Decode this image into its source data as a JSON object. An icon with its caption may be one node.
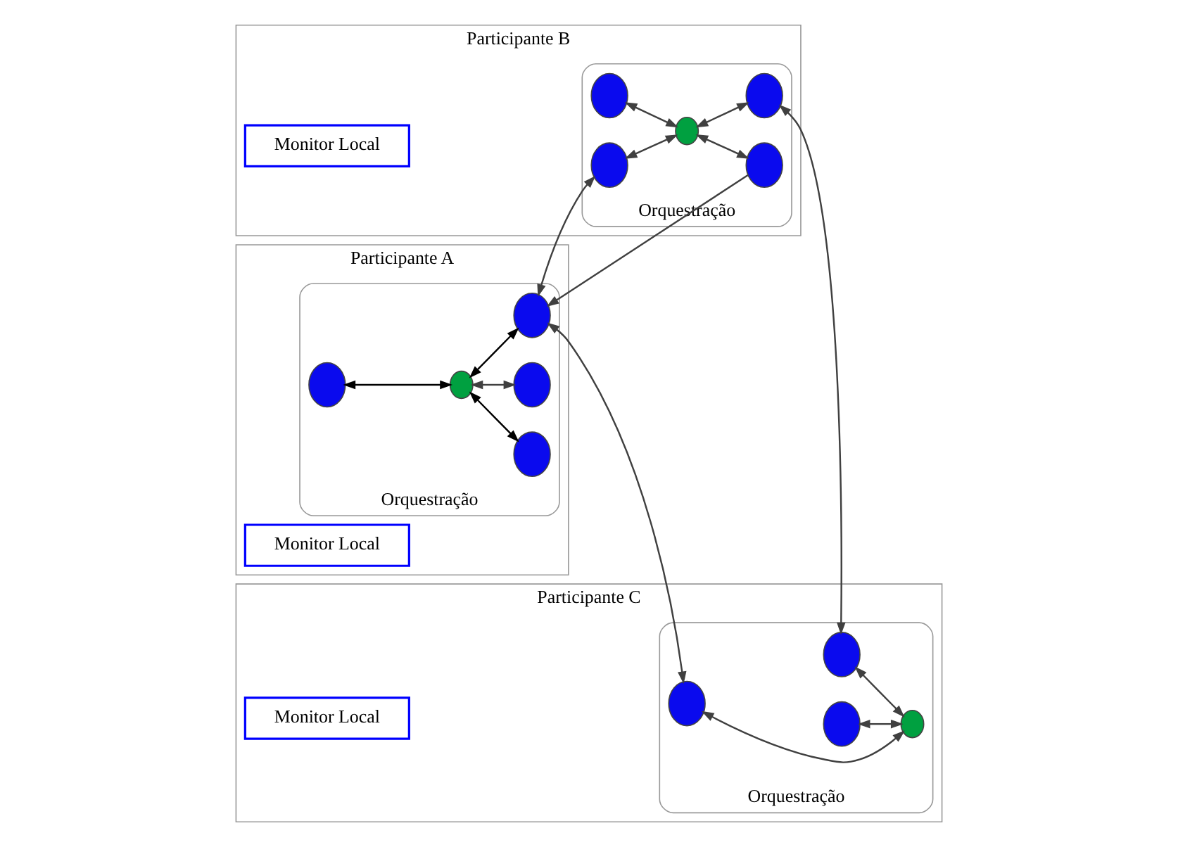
{
  "diagram": {
    "nodes": [
      {
        "text": [
          "Participante A"
        ]
      },
      {
        "text": [
          "Orquestração"
        ],
        "in": 0
      },
      {
        "text": [],
        "shape": "circle",
        "in": 1
      },
      {
        "text": [],
        "shape": "circle",
        "in": 1
      },
      {
        "text": [],
        "shape": "circle",
        "in": 1
      },
      {
        "text": [],
        "shape": "circle",
        "in": 1
      },
      {
        "text": [],
        "shape": "circle",
        "in": 1
      },
      {
        "text": [
          "Monitor Local"
        ],
        "in": 0
      },
      {
        "text": [
          "Participante B"
        ]
      },
      {
        "text": [
          "Orquestração"
        ],
        "in": 8
      },
      {
        "text": [],
        "shape": "circle",
        "in": 9
      },
      {
        "text": [],
        "shape": "circle",
        "in": 9
      },
      {
        "text": [],
        "shape": "circle",
        "in": 9
      },
      {
        "text": [],
        "shape": "circle",
        "in": 9
      },
      {
        "text": [],
        "shape": "circle",
        "in": 9
      },
      {
        "text": [
          "Monitor Local"
        ],
        "in": 8
      },
      {
        "text": [
          "Participante C"
        ]
      },
      {
        "text": [
          "Orquestração"
        ],
        "in": 16
      },
      {
        "text": [],
        "shape": "circle",
        "in": 17
      },
      {
        "text": [],
        "shape": "circle",
        "in": 17
      },
      {
        "text": [],
        "shape": "circle",
        "in": 17
      },
      {
        "text": [],
        "shape": "circle",
        "in": 17
      },
      {
        "text": [
          "Monitor Local"
        ],
        "in": 16
      }
    ],
    "edges": [
      {
        "from": 2,
        "to": 3,
        "arrow": "both",
        "color": "#000000"
      },
      {
        "from": 3,
        "to": 4,
        "arrow": "both",
        "color": "#000000"
      },
      {
        "from": 3,
        "to": 5,
        "arrow": "both"
      },
      {
        "from": 3,
        "to": 6,
        "arrow": "both",
        "color": "#000000"
      },
      {
        "from": 10,
        "to": 12,
        "arrow": "both"
      },
      {
        "from": 11,
        "to": 12,
        "arrow": "both"
      },
      {
        "from": 12,
        "to": 13,
        "arrow": "both"
      },
      {
        "from": 12,
        "to": 14,
        "arrow": "both"
      },
      {
        "from": 18,
        "to": 21,
        "arrow": "both"
      },
      {
        "from": 19,
        "to": 21,
        "arrow": "both"
      },
      {
        "from": 20,
        "to": 21,
        "arrow": "both"
      },
      {
        "from": 6,
        "to": 11,
        "arrow": "both"
      },
      {
        "from": 14,
        "to": 6,
        "arrow": "to"
      },
      {
        "from": 13,
        "to": 18,
        "arrow": "both"
      },
      {
        "from": 6,
        "to": 20,
        "arrow": "both"
      }
    ]
  }
}
